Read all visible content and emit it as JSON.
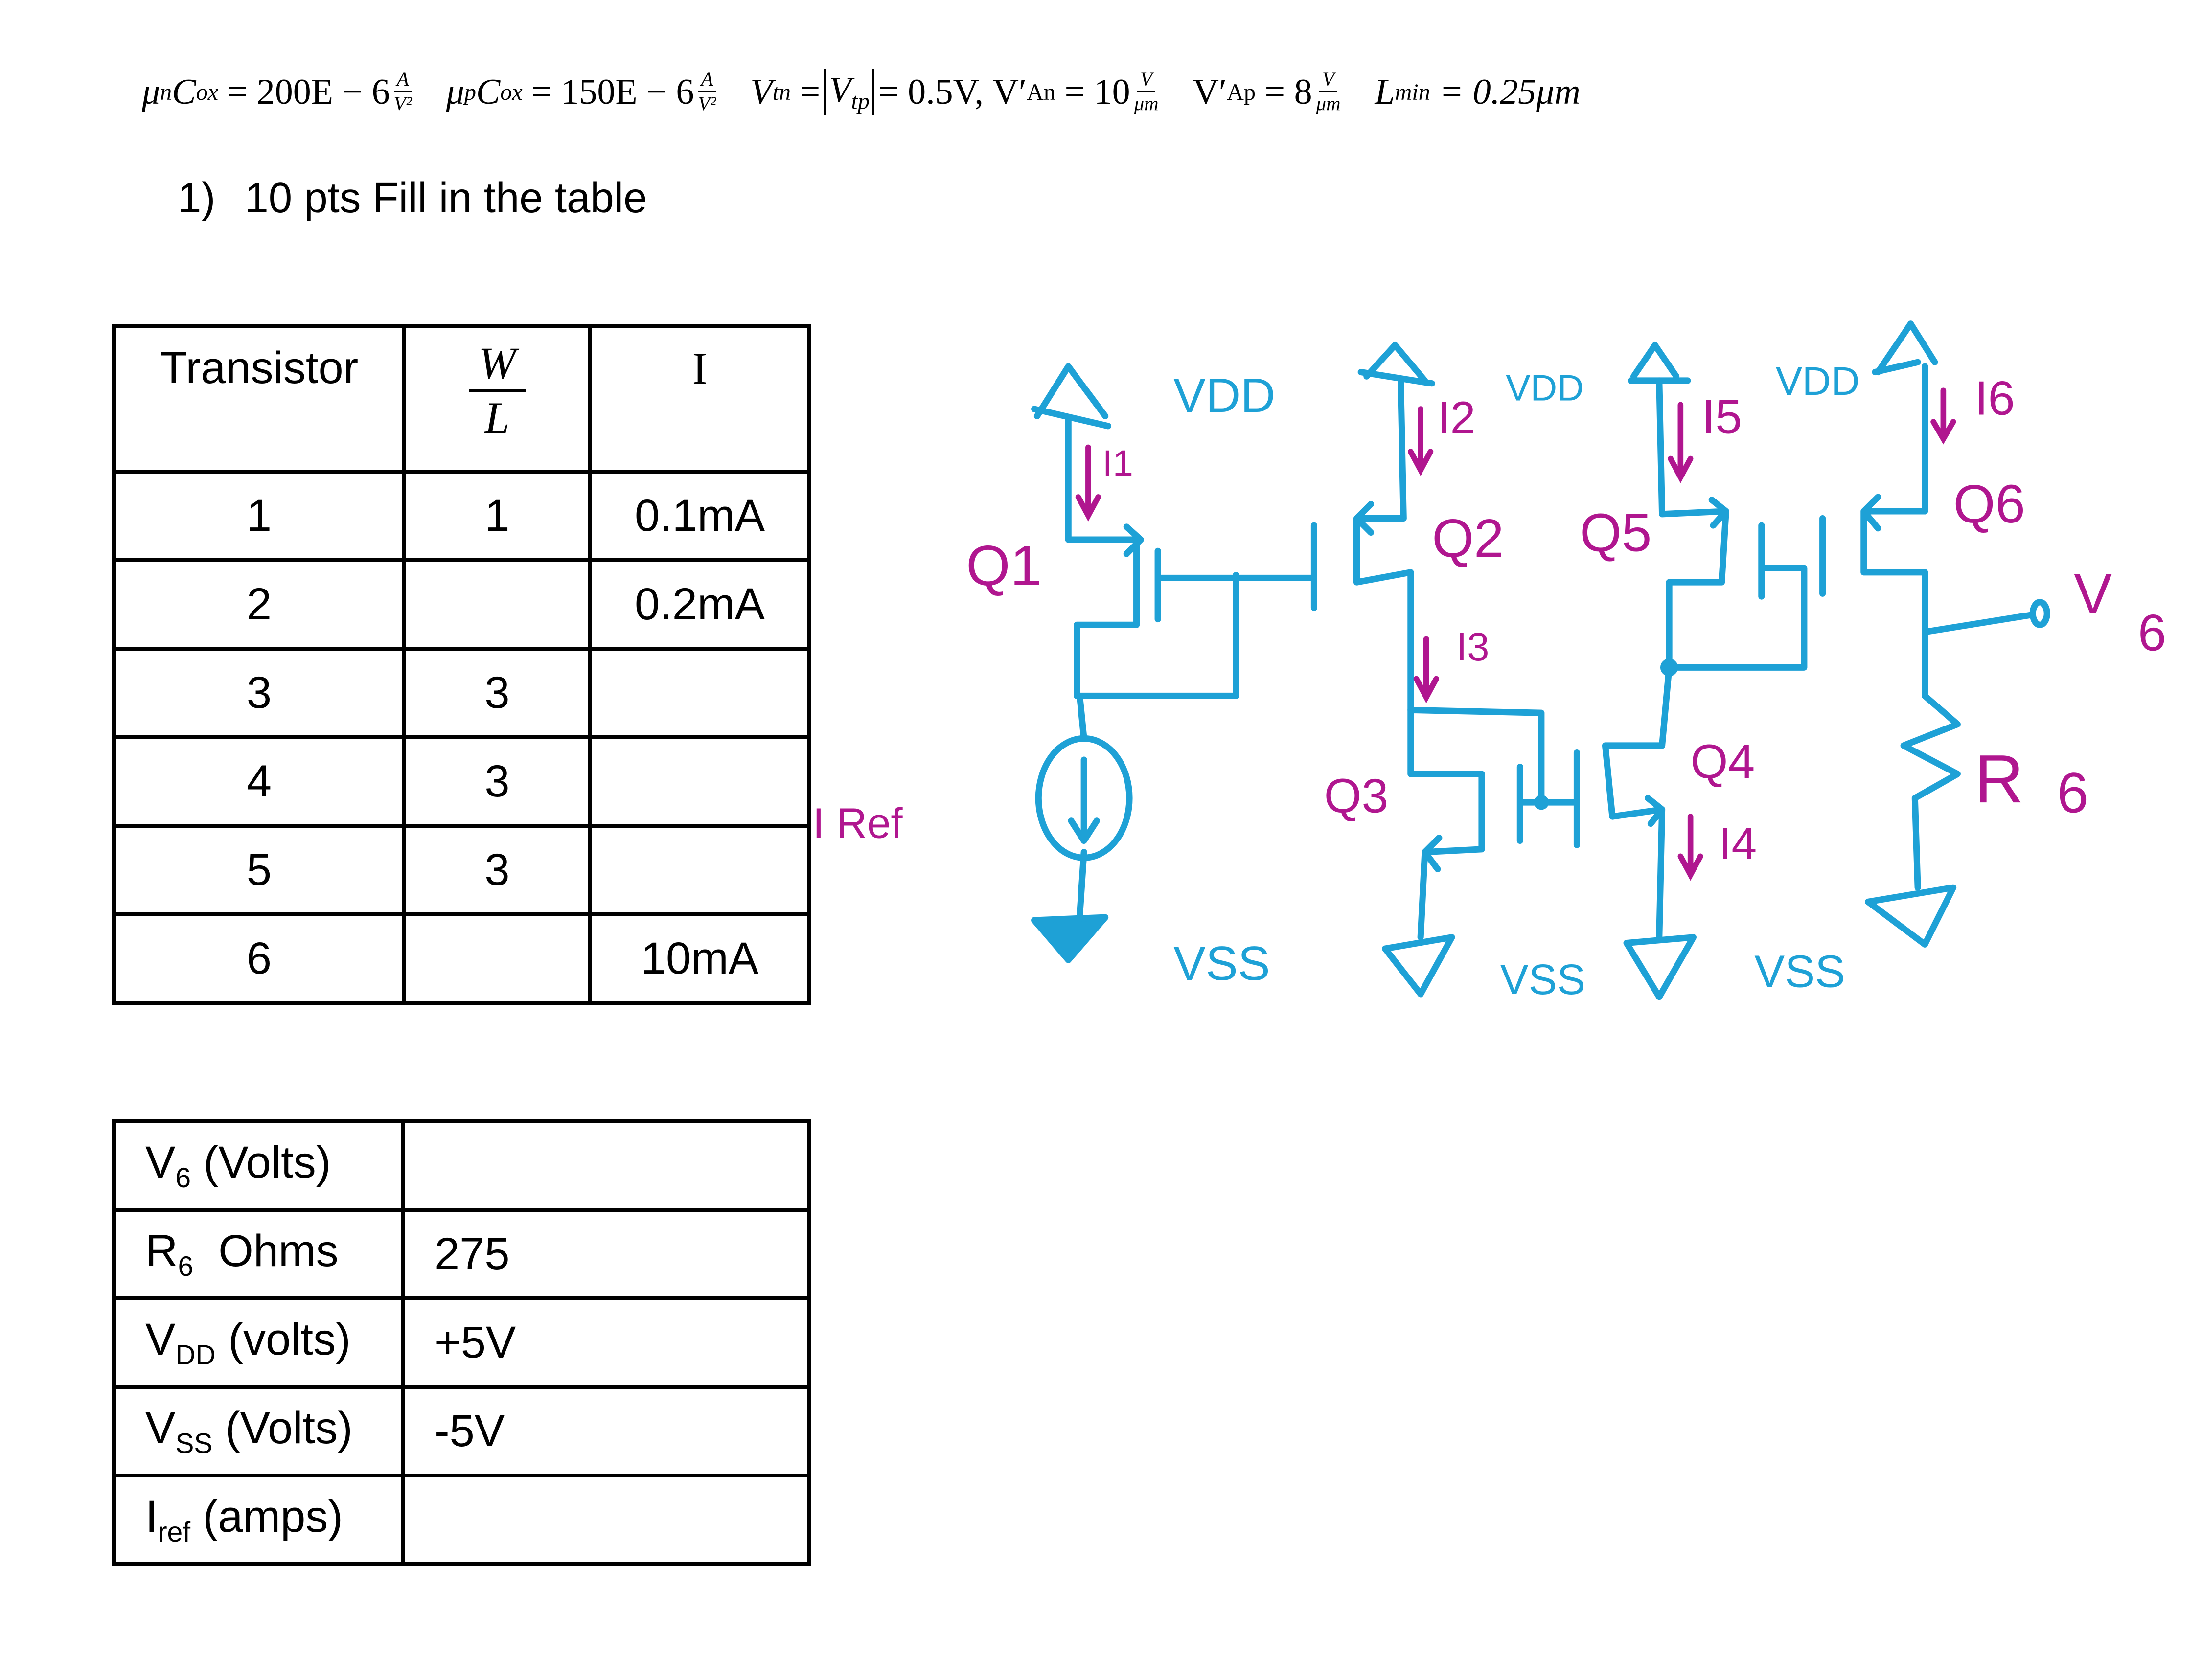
{
  "equations": {
    "mun": {
      "sym": "μ",
      "sub": "n",
      "sym2": "C",
      "sub2": "ox",
      "rhs": "= 200E − 6",
      "num": "A",
      "den": "V²"
    },
    "mup": {
      "sym": "μ",
      "sub": "p",
      "sym2": "C",
      "sub2": "ox",
      "rhs": "= 150E − 6",
      "num": "A",
      "den": "V²"
    },
    "vt": {
      "sym": "V",
      "sub": "tn",
      "mid": "=",
      "abs_sym": "V",
      "abs_sub": "tp",
      "rhs": "= 0.5V,"
    },
    "van": {
      "sym": "V′",
      "sub": "An",
      "rhs": "= 10",
      "num": "V",
      "den": "μm"
    },
    "vap": {
      "sym": "V′",
      "sub": "Ap",
      "rhs": "= 8",
      "num": "V",
      "den": "μm"
    },
    "lmin": {
      "sym": "L",
      "sub": "min",
      "rhs": "= 0.25μm"
    }
  },
  "question": {
    "number": "1)",
    "text": "10 pts Fill in the table"
  },
  "table1": {
    "headers": {
      "transistor": "Transistor",
      "w": "W",
      "l": "L",
      "i": "I"
    },
    "rows": [
      {
        "t": "1",
        "wl": "1",
        "i": "0.1mA"
      },
      {
        "t": "2",
        "wl": "",
        "i": "0.2mA"
      },
      {
        "t": "3",
        "wl": "3",
        "i": ""
      },
      {
        "t": "4",
        "wl": "3",
        "i": ""
      },
      {
        "t": "5",
        "wl": "3",
        "i": ""
      },
      {
        "t": "6",
        "wl": "",
        "i": "10mA"
      }
    ]
  },
  "table2": {
    "rows": [
      {
        "sym": "V",
        "sub": "6",
        "unit": " (Volts)",
        "value": ""
      },
      {
        "sym": "R",
        "sub": "6",
        "unit": "  Ohms",
        "value": "275"
      },
      {
        "sym": "V",
        "sub": "DD",
        "unit": " (volts)",
        "value": "+5V"
      },
      {
        "sym": "V",
        "sub": "SS",
        "unit": " (Volts)",
        "value": "-5V"
      },
      {
        "sym": "I",
        "sub": "ref",
        "unit": " (amps)",
        "value": ""
      }
    ]
  },
  "circuit": {
    "colors": {
      "wire": "#1ea1d6",
      "label": "#b0168f"
    },
    "labels": {
      "q1": "Q1",
      "q2": "Q2",
      "q3": "Q3",
      "q4": "Q4",
      "q5": "Q5",
      "q6": "Q6",
      "i1": "I1",
      "i2": "I2",
      "i3": "I3",
      "i4": "I4",
      "i5": "I5",
      "i6": "I6",
      "iref": "I Ref",
      "v6": "V",
      "v6_sub": "6",
      "r6": "R",
      "r6_sub": "6",
      "vdd1": "VDD",
      "vdd2": "VDD",
      "vdd3": "VDD",
      "vss1": "VSS",
      "vss2": "VSS",
      "vss3": "VSS"
    }
  }
}
